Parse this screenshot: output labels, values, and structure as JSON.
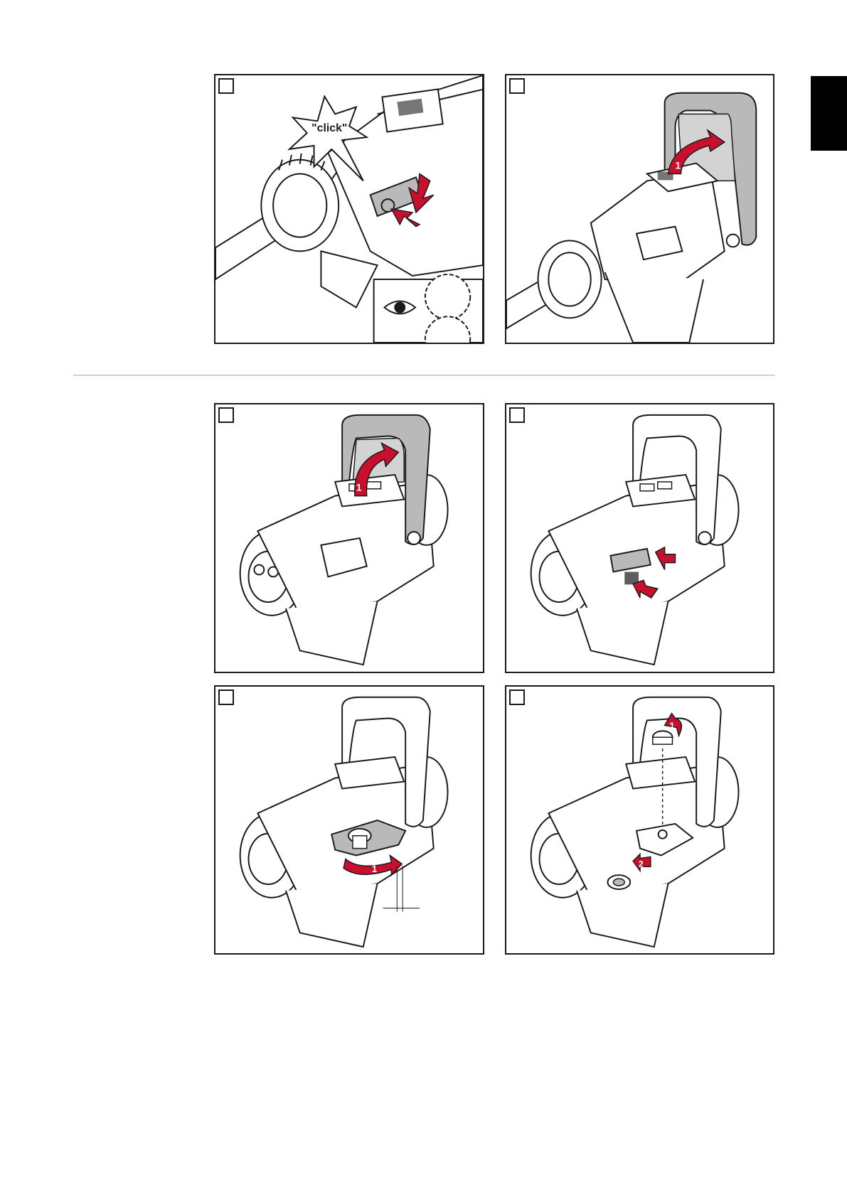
{
  "figures": {
    "click_label": "\"click\"",
    "step_number_1": "1",
    "step_number_2": "2"
  },
  "colors": {
    "arrow_red": "#c8102e",
    "highlight_gray": "#b9b9b9",
    "line_black": "#1a1a1a",
    "tab_black": "#000000"
  }
}
